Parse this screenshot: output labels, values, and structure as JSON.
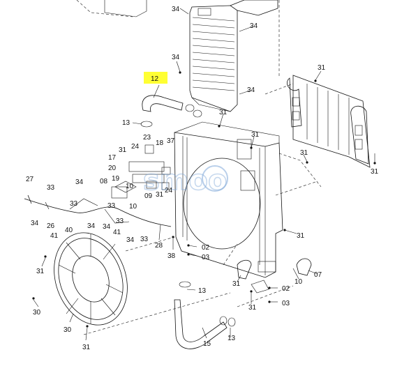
{
  "callouts": {
    "c12": "12",
    "c34a": "34",
    "c34b": "34",
    "c34c": "34",
    "c34d": "34",
    "c31a": "31",
    "c31b": "31",
    "c31c": "31",
    "c31d": "31",
    "c31e": "31",
    "c31f": "31",
    "c31g": "31",
    "c31h": "31",
    "c31i": "31",
    "c31j": "31",
    "c31k": "31",
    "c13a": "13",
    "c13b": "13",
    "c13c": "13",
    "c23": "23",
    "c18": "18",
    "c37": "37",
    "c24a": "24",
    "c24b": "24",
    "c17": "17",
    "c20": "20",
    "c19": "19",
    "c10a": "10",
    "c10b": "10",
    "c10c": "10",
    "c08": "08",
    "c09": "09",
    "c27": "27",
    "c33a": "33",
    "c33b": "33",
    "c33c": "33",
    "c33d": "33",
    "c33e": "33",
    "c34e": "34",
    "c34f": "34",
    "c34g": "34",
    "c34h": "34",
    "c34i": "34",
    "c26": "26",
    "c40": "40",
    "c41a": "41",
    "c41b": "41",
    "c28": "28",
    "c38": "38",
    "c02a": "02",
    "c02b": "02",
    "c03a": "03",
    "c03b": "03",
    "c07": "07",
    "c15": "15",
    "c30a": "30",
    "c30b": "30"
  },
  "watermark": "smoo"
}
